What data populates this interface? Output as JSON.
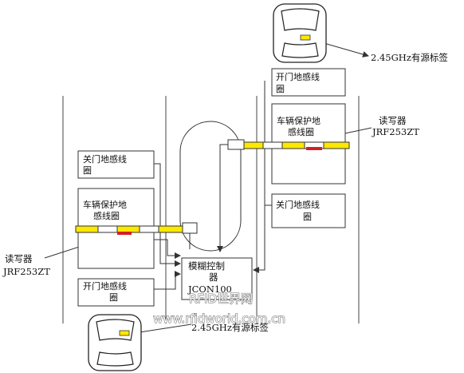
{
  "tag_top": "2.45GHz有源标签",
  "tag_bottom": "2.45GHz有源标签",
  "reader_right": {
    "line1": "读写器",
    "line2": "JRF253ZT"
  },
  "reader_left": {
    "line1": "读写器",
    "line2": "JRF253ZT"
  },
  "right_open_loop": {
    "line1": "开门地感线",
    "line2": "圈"
  },
  "right_protect_loop": {
    "line1": "车辆保护地",
    "line2": "感线圈"
  },
  "right_close_loop": {
    "line1": "关门地感线",
    "line2": "圈"
  },
  "left_close_loop": {
    "line1": "关门地感线",
    "line2": "圈"
  },
  "left_protect_loop": {
    "line1": "车辆保护地",
    "line2": "感线圈"
  },
  "left_open_loop": {
    "line1": "开门地感线",
    "line2": "圈"
  },
  "controller": {
    "line1": "模糊控制",
    "line2": "器",
    "line3": "JCON100"
  },
  "watermark": {
    "line1": "RFID世界网",
    "line2": "www.rfidworld.com.cn"
  },
  "colors": {
    "barrier_yellow": "#ffe800",
    "barrier_red": "#d42020",
    "line": "#3a3a3a"
  }
}
